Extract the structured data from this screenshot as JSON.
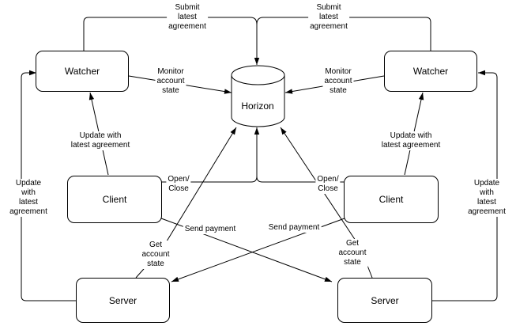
{
  "diagram": {
    "background_color": "#ffffff",
    "line_color": "#000000",
    "nodes": {
      "watcher_left": "Watcher",
      "watcher_right": "Watcher",
      "horizon": "Horizon",
      "client_left": "Client",
      "client_right": "Client",
      "server_left": "Server",
      "server_right": "Server"
    },
    "edge_labels": {
      "submit_left": "Submit\nlatest\nagreement",
      "submit_right": "Submit\nlatest\nagreement",
      "monitor_left": "Monitor\naccount\nstate",
      "monitor_right": "Monitor\naccount\nstate",
      "update_client_left": "Update with\nlatest agreement",
      "update_client_right": "Update with\nlatest agreement",
      "open_close_left": "Open/\nClose",
      "open_close_right": "Open/\nClose",
      "send_payment_left": "Send payment",
      "send_payment_right": "Send payment",
      "get_account_left": "Get\naccount\nstate",
      "get_account_right": "Get\naccount\nstate",
      "update_server_left": "Update\nwith\nlatest\nagreement",
      "update_server_right": "Update\nwith\nlatest\nagreement"
    }
  }
}
